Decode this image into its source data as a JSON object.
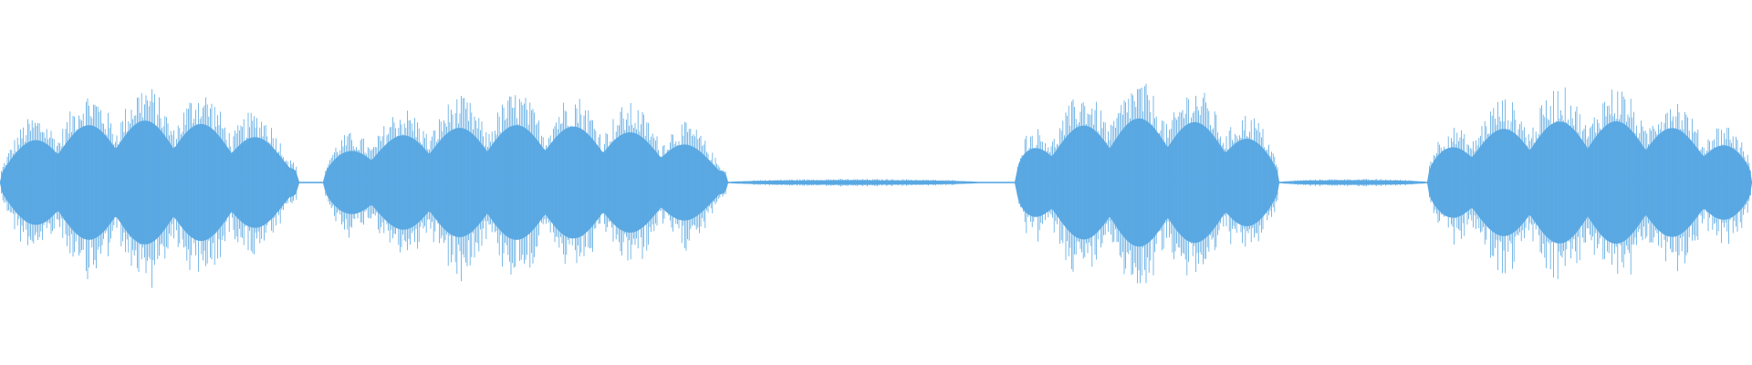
{
  "waveform": {
    "color": "#5aa9e3",
    "background": "#ffffff",
    "segments": [
      {
        "start": 0.0,
        "end": 0.17,
        "peak": 0.82
      },
      {
        "start": 0.185,
        "end": 0.415,
        "peak": 0.76
      },
      {
        "start": 0.415,
        "end": 0.56,
        "peak": 0.03
      },
      {
        "start": 0.58,
        "end": 0.73,
        "peak": 0.85
      },
      {
        "start": 0.73,
        "end": 0.815,
        "peak": 0.03
      },
      {
        "start": 0.815,
        "end": 1.0,
        "peak": 0.82
      }
    ]
  }
}
